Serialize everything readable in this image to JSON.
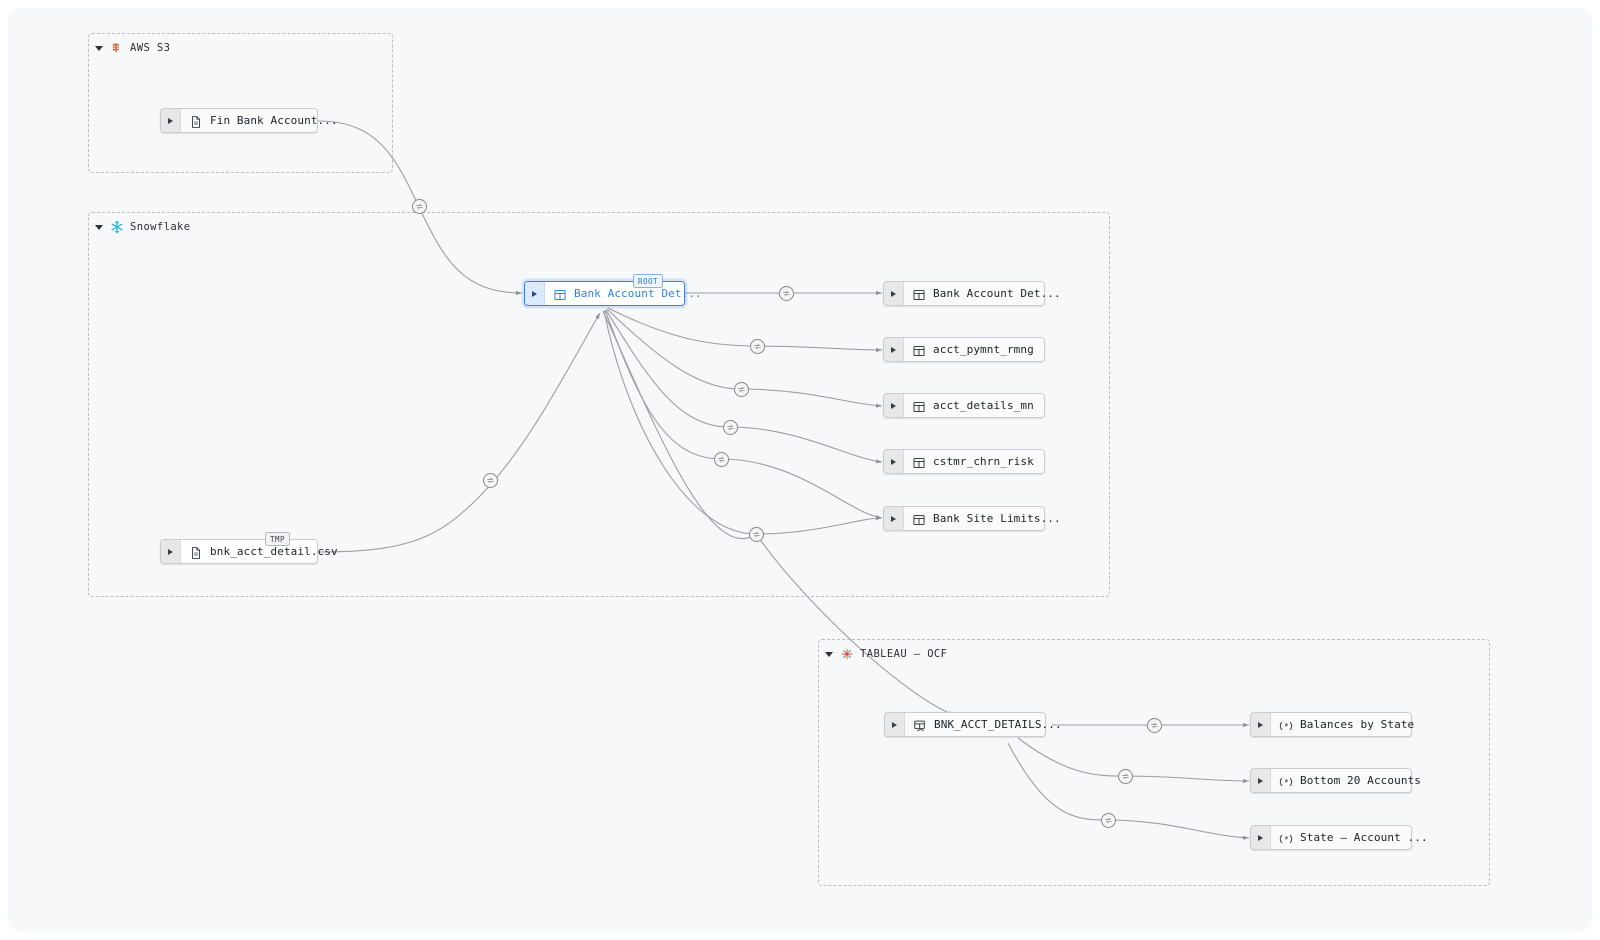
{
  "canvas": {
    "background": "#f7f8fa",
    "accent": "#2f80ed"
  },
  "groups": [
    {
      "id": "aws-s3",
      "label": "AWS S3",
      "icon": "aws-s3-icon"
    },
    {
      "id": "snowflake",
      "label": "Snowflake",
      "icon": "snowflake-icon"
    },
    {
      "id": "tableau",
      "label": "TABLEAU – OCF",
      "icon": "tableau-icon"
    }
  ],
  "nodes": {
    "fin_bank_account": {
      "label": "Fin Bank Account...",
      "icon": "file-icon",
      "badge": null
    },
    "root": {
      "label": "Bank Account Det...",
      "icon": "table-icon",
      "badge": "ROOT"
    },
    "bnk_acct_csv": {
      "label": "bnk_acct_detail.csv",
      "icon": "file-icon",
      "badge": "TMP"
    },
    "bank_account_det": {
      "label": "Bank Account Det...",
      "icon": "table-icon",
      "badge": null
    },
    "acct_pymnt_rmng": {
      "label": "acct_pymnt_rmng",
      "icon": "table-icon",
      "badge": null
    },
    "acct_details_mn": {
      "label": "acct_details_mn",
      "icon": "table-icon",
      "badge": null
    },
    "cstmr_chrn_risk": {
      "label": "cstmr_chrn_risk",
      "icon": "table-icon",
      "badge": null
    },
    "bank_site_limits": {
      "label": "Bank Site Limits...",
      "icon": "table-icon",
      "badge": null
    },
    "bnk_acct_details": {
      "label": "BNK_ACCT_DETAILS...",
      "icon": "datasource-icon",
      "badge": null
    },
    "balances_by_state": {
      "label": "Balances by State",
      "icon": "worksheet-icon",
      "badge": null
    },
    "bottom_20": {
      "label": "Bottom 20 Accounts",
      "icon": "worksheet-icon",
      "badge": null
    },
    "state_account": {
      "label": "State – Account ...",
      "icon": "worksheet-icon",
      "badge": null
    }
  },
  "edge_marker": {
    "icon": "transform-icon",
    "count": 11
  }
}
